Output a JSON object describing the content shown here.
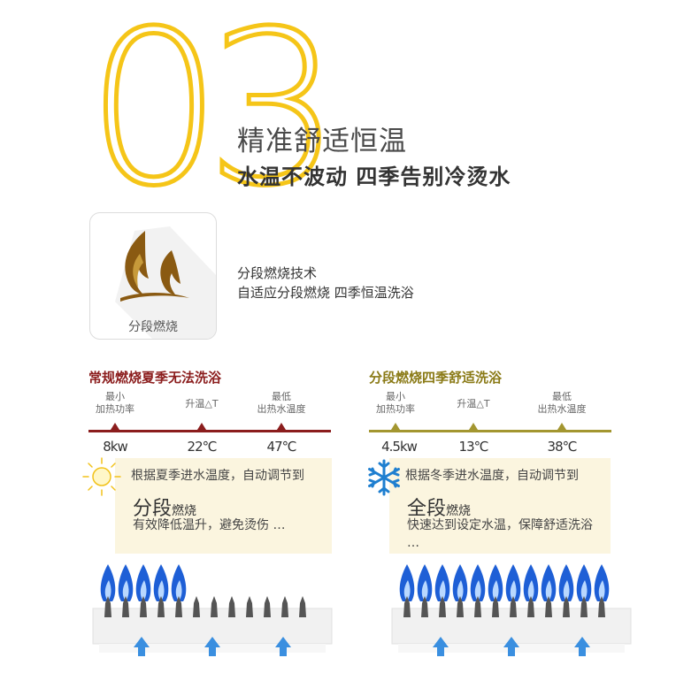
{
  "header": {
    "number": "03",
    "title": "精准舒适恒温",
    "subtitle": "水温不波动 四季告别冷烫水"
  },
  "feature": {
    "icon": "flame-icon",
    "label": "分段燃烧",
    "desc_line1": "分段燃烧技术",
    "desc_line2": "自适应分段燃烧   四季恒温洗浴"
  },
  "colors": {
    "accent_yellow": "#f5c518",
    "dark_red": "#8b1d1d",
    "olive": "#a39630",
    "flame_brown": "#8a5a12",
    "box_bg": "#fbf5df",
    "flame_blue": "#1e5fd6"
  },
  "comparison": {
    "left": {
      "title": "常规燃烧夏季无法洗浴",
      "labels": [
        "最小\n加热功率",
        "升温△T",
        "最低\n出热水温度"
      ],
      "values": [
        "8kw",
        "22℃",
        "47℃"
      ]
    },
    "right": {
      "title": "分段燃烧四季舒适洗浴",
      "labels": [
        "最小\n加热功率",
        "升温△T",
        "最低\n出热水温度"
      ],
      "values": [
        "4.5kw",
        "13℃",
        "38℃"
      ]
    }
  },
  "info": {
    "left": {
      "icon": "sun-icon",
      "line1": "根据夏季进水温度，自动调节到",
      "head_big": "分段",
      "head_small": "燃烧",
      "line2": "有效降低温升，避免烫伤 …"
    },
    "right": {
      "icon": "snowflake-icon",
      "line1": "根据冬季进水温度，自动调节到",
      "head_big": "全段",
      "head_small": "燃烧",
      "line2": "快速达到设定水温，保障舒适洗浴 …"
    }
  },
  "burners": {
    "left": {
      "total_nozzles": 12,
      "lit_nozzles": 5
    },
    "right": {
      "total_nozzles": 12,
      "lit_nozzles": 12
    }
  }
}
